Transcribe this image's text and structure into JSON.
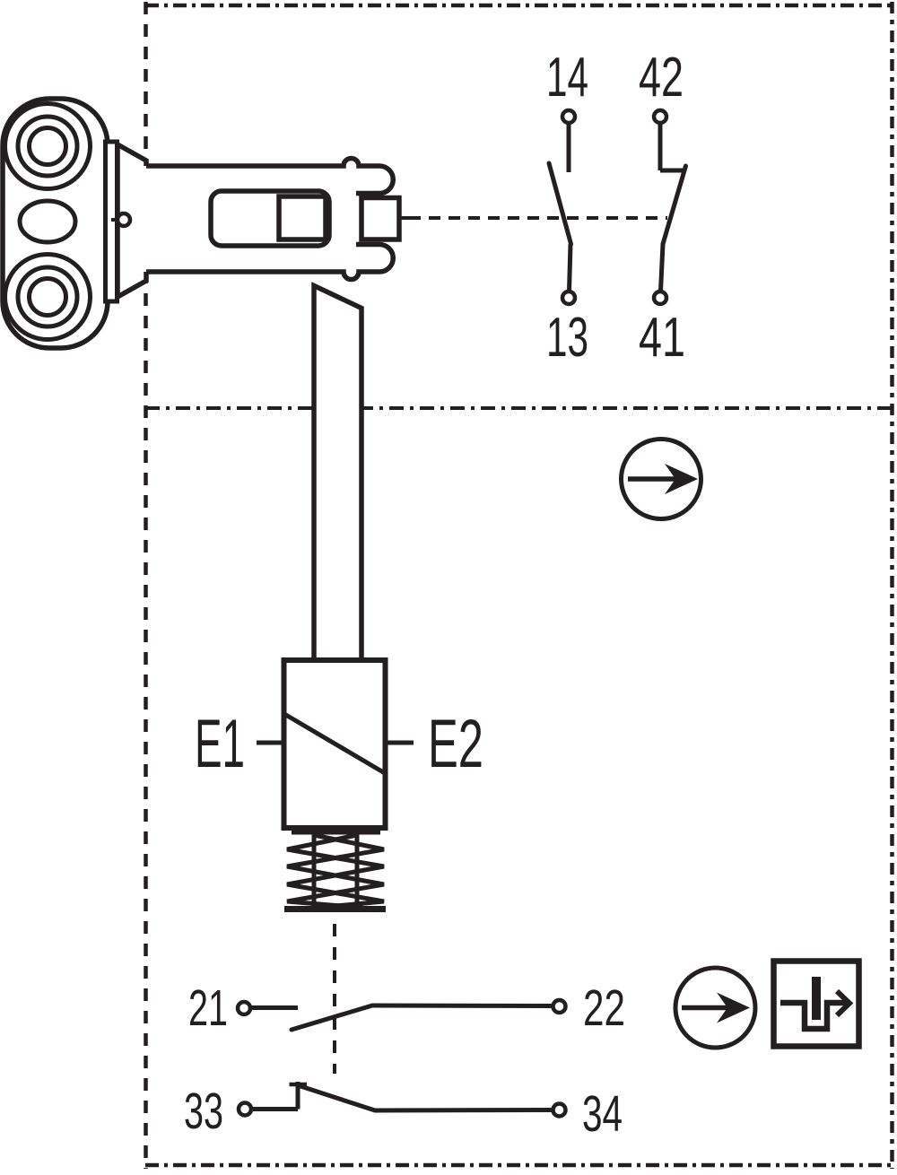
{
  "colors": {
    "ink": "#231f20",
    "background": "#ffffff"
  },
  "labels": {
    "t14": "14",
    "t42": "42",
    "t13": "13",
    "t41": "41",
    "e1": "E1",
    "e2": "E2",
    "t21": "21",
    "t22": "22",
    "t33": "33",
    "t34": "34"
  },
  "icons": {
    "direction_arrow_mid": "arrow-right-in-circle",
    "direction_arrow_bottom": "arrow-right-in-circle",
    "plunger_step": "step-notch-with-plunger-and-arrow"
  }
}
